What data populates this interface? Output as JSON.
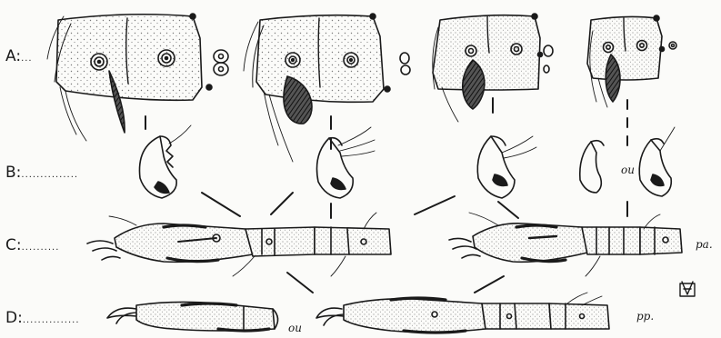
{
  "rows": [
    {
      "letter": "A:",
      "leader": "..."
    },
    {
      "letter": "B:",
      "leader": "..............."
    },
    {
      "letter": "C:",
      "leader": ".........."
    },
    {
      "letter": "D:",
      "leader": "..............."
    }
  ],
  "abbreviations": {
    "ou_b": "ou",
    "ou_d": "ou",
    "pa": "pa.",
    "pp": "pp."
  },
  "monogram": "monogram-mark",
  "colors": {
    "ink": "#1a1a1a",
    "paper": "#fbfbf9",
    "stipple": "#8a8a8a"
  }
}
